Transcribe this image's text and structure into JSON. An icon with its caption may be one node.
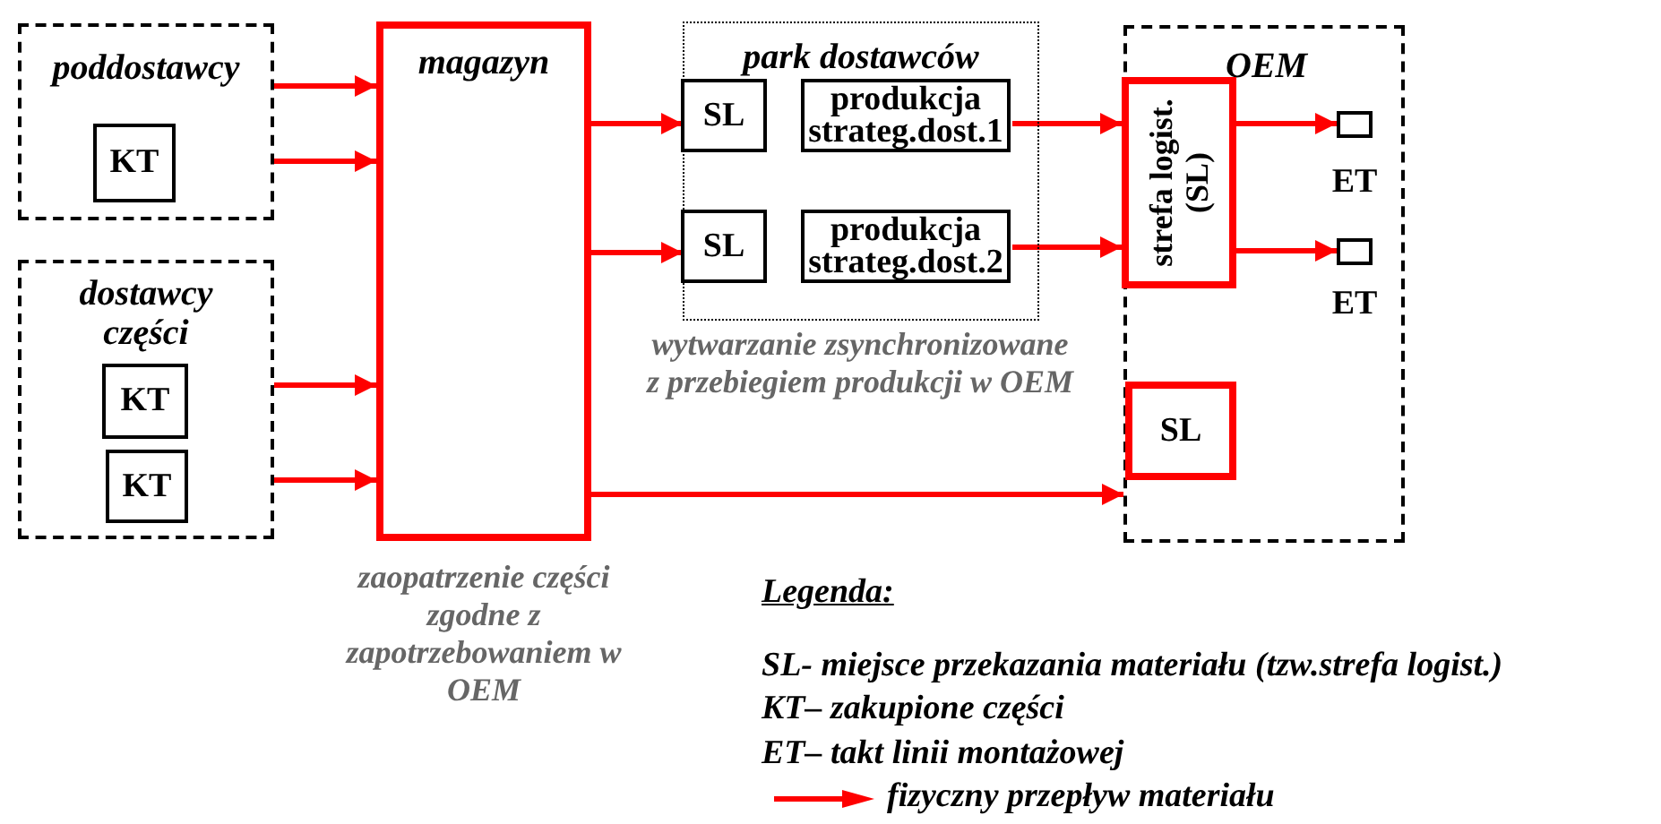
{
  "diagram": {
    "nodes": [
      {
        "text": [
          "poddostawcy"
        ]
      },
      {
        "text": [
          "KT"
        ],
        "in": 0
      },
      {
        "text": [
          "dostawcy części"
        ]
      },
      {
        "text": [
          "KT"
        ],
        "in": 2
      },
      {
        "text": [
          "KT"
        ],
        "in": 2
      },
      {
        "text": [
          "magazyn"
        ],
        "beside": [
          "zaopatrzenie części zgodne z zapotrzebowaniem w OEM"
        ]
      },
      {
        "text": [
          "park dostawców"
        ],
        "beside": [
          "wytwarzanie zsynchronizowane z przebiegiem produkcji w OEM"
        ]
      },
      {
        "text": [
          "SL"
        ],
        "in": 6
      },
      {
        "text": [
          "produkcja strateg.dost.1"
        ],
        "in": 6
      },
      {
        "text": [
          "SL"
        ],
        "in": 6
      },
      {
        "text": [
          "produkcja strateg.dost.2"
        ],
        "in": 6
      },
      {
        "text": [
          "OEM"
        ]
      },
      {
        "text": [
          "strefa logist. (SL)"
        ],
        "in": 11
      },
      {
        "text": [],
        "shape": "box",
        "in": 11,
        "beside": [
          "ET"
        ]
      },
      {
        "text": [],
        "shape": "box",
        "in": 11,
        "beside": [
          "ET"
        ]
      },
      {
        "text": [
          "SL"
        ],
        "in": 11
      }
    ],
    "edges": [
      {
        "from": 0,
        "to": 5,
        "arrow": "to"
      },
      {
        "from": 0,
        "to": 5,
        "arrow": "to"
      },
      {
        "from": 2,
        "to": 5,
        "arrow": "to"
      },
      {
        "from": 2,
        "to": 5,
        "arrow": "to"
      },
      {
        "from": 5,
        "to": 7,
        "arrow": "to"
      },
      {
        "from": 5,
        "to": 9,
        "arrow": "to"
      },
      {
        "from": 8,
        "to": 12,
        "arrow": "to"
      },
      {
        "from": 10,
        "to": 12,
        "arrow": "to"
      },
      {
        "from": 12,
        "to": 13,
        "arrow": "to"
      },
      {
        "from": 12,
        "to": 14,
        "arrow": "to"
      },
      {
        "from": 5,
        "to": 11,
        "arrow": "to"
      }
    ],
    "labels": [
      "Legenda:",
      "SL- miejsce przekazania materiału (tzw.strefa logist.)",
      "KT– zakupione części",
      "ET– takt linii montażowej"
    ],
    "legend": [
      {
        "text": "fizyczny przepływ materiału"
      }
    ]
  }
}
